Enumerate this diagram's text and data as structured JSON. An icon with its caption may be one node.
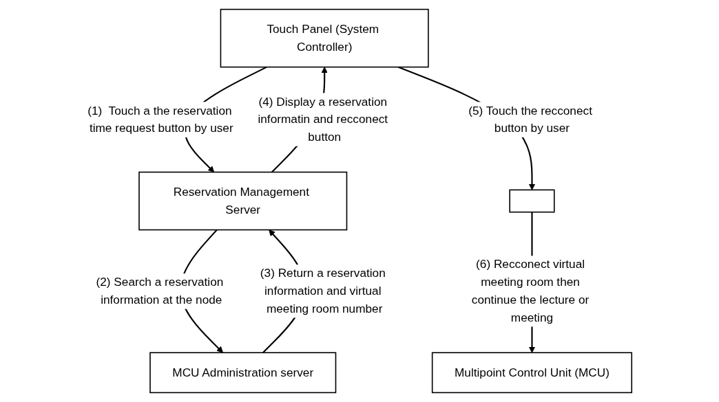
{
  "diagram": {
    "nodes": [
      {
        "text": [
          "Touch Panel (System Controller)"
        ]
      },
      {
        "text": [
          "Reservation Management Server"
        ]
      },
      {
        "text": [
          "MCU Administration server"
        ]
      },
      {
        "text": [],
        "shape": "box"
      },
      {
        "text": [
          "Multipoint Control Unit (MCU)"
        ]
      }
    ],
    "edges": [
      {
        "from": 0,
        "to": 1,
        "arrow": "to",
        "label": "(1)  Touch a the reservation time request button by user"
      },
      {
        "from": 1,
        "to": 2,
        "arrow": "to",
        "label": "(2) Search a reservation information at the node"
      },
      {
        "from": 2,
        "to": 1,
        "arrow": "to",
        "label": "(3) Return a reservation information and virtual meeting room number"
      },
      {
        "from": 1,
        "to": 0,
        "arrow": "to",
        "label": "(4) Display a reservation informatin and recconect button"
      },
      {
        "from": 0,
        "to": 3,
        "arrow": "to",
        "label": "(5) Touch the recconect button by user"
      },
      {
        "from": 3,
        "to": 4,
        "arrow": "to",
        "label": "(6) Recconect virtual meeting room then continue the lecture or meeting"
      }
    ]
  }
}
